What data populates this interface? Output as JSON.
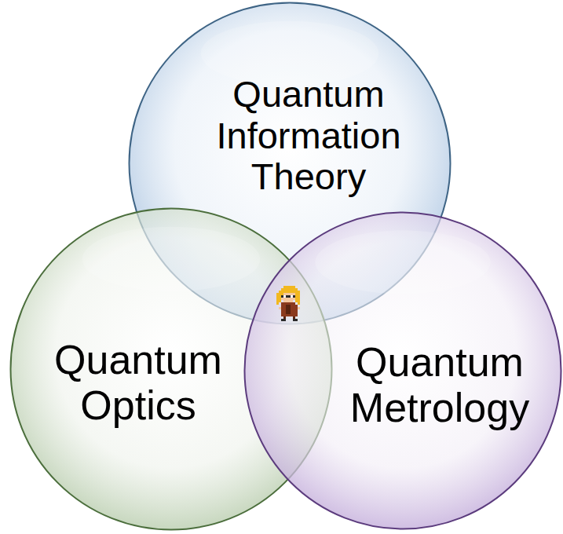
{
  "diagram": {
    "nodes": [
      {
        "text": [
          "Quantum Information Theory"
        ]
      },
      {
        "text": [
          "Quantum Optics"
        ]
      },
      {
        "text": [
          "Quantum Metrology"
        ]
      }
    ]
  }
}
